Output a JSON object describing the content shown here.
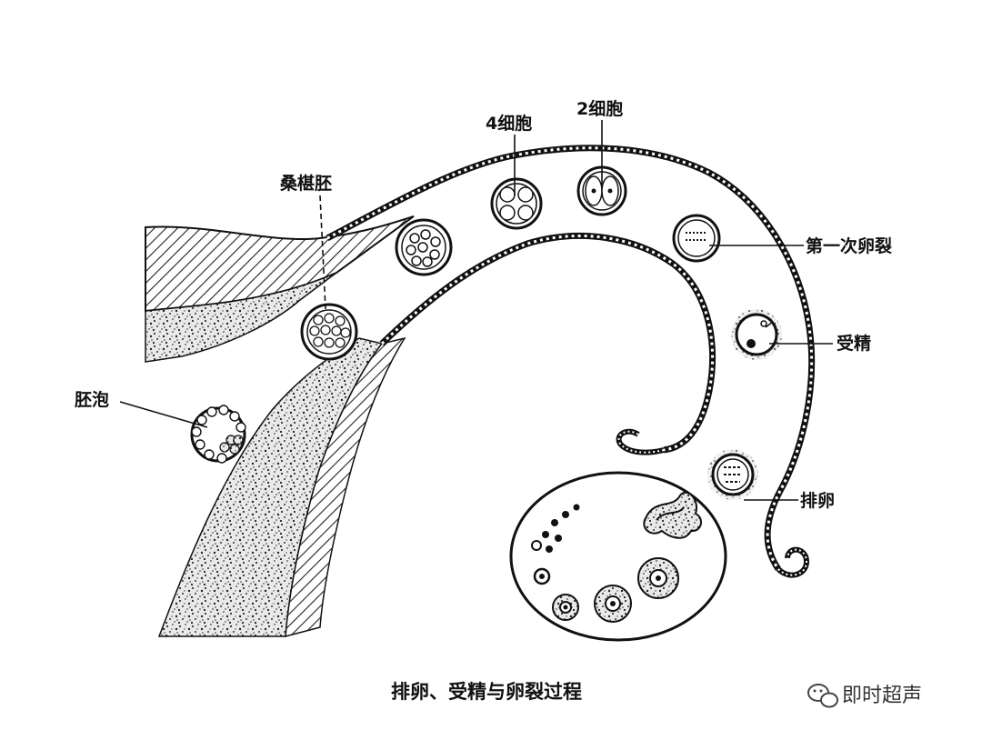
{
  "diagram": {
    "labels": {
      "morula": "桑椹胚",
      "four_cell": "4细胞",
      "two_cell": "2细胞",
      "first_cleavage": "第一次卵裂",
      "fertilization": "受精",
      "ovulation": "排卵",
      "blastocyst": "胚泡"
    },
    "caption": "排卵、受精与卵裂过程",
    "watermark": "即时超声"
  }
}
